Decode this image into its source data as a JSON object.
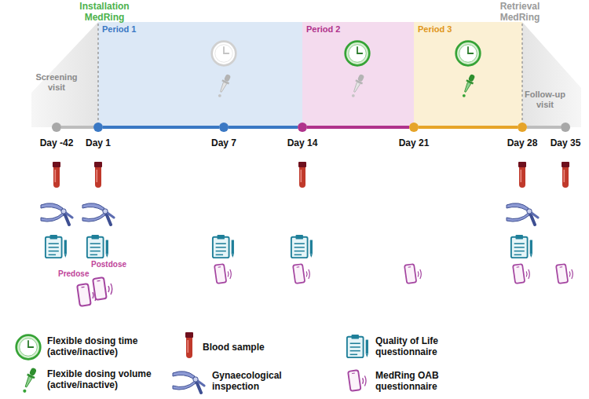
{
  "diagram": {
    "nodes": [
      {
        "text": [
          "Period 1"
        ]
      },
      {
        "text": [
          "Period 2"
        ]
      },
      {
        "text": [
          "Period 3"
        ]
      },
      {
        "text": [
          "Screening visit",
          "Day -42"
        ]
      },
      {
        "text": [
          "Day 1"
        ]
      },
      {
        "text": [
          "Day 7"
        ]
      },
      {
        "text": [
          "Day 14"
        ]
      },
      {
        "text": [
          "Day 21"
        ]
      },
      {
        "text": [
          "Day 28"
        ]
      },
      {
        "text": [
          "Follow-up visit",
          "Day 35"
        ]
      }
    ],
    "edges": [
      {
        "from": 3,
        "to": 4,
        "arrow": "none"
      },
      {
        "from": 4,
        "to": 5,
        "arrow": "none"
      },
      {
        "from": 5,
        "to": 6,
        "arrow": "none"
      },
      {
        "from": 6,
        "to": 7,
        "arrow": "none"
      },
      {
        "from": 7,
        "to": 8,
        "arrow": "none"
      },
      {
        "from": 8,
        "to": 9,
        "arrow": "none"
      }
    ],
    "labels": [
      "Installation MedRing",
      "Retrieval MedRing",
      "Predose",
      "Postdose"
    ],
    "legend": [
      {
        "text": "Flexible dosing time (active/inactive)"
      },
      {
        "text": "Blood sample"
      },
      {
        "text": "Quality of Life questionnaire"
      },
      {
        "text": "Flexible dosing volume (active/inactive)"
      },
      {
        "text": "Gynaecological inspection"
      },
      {
        "text": "MedRing OAB questionnaire"
      }
    ]
  }
}
